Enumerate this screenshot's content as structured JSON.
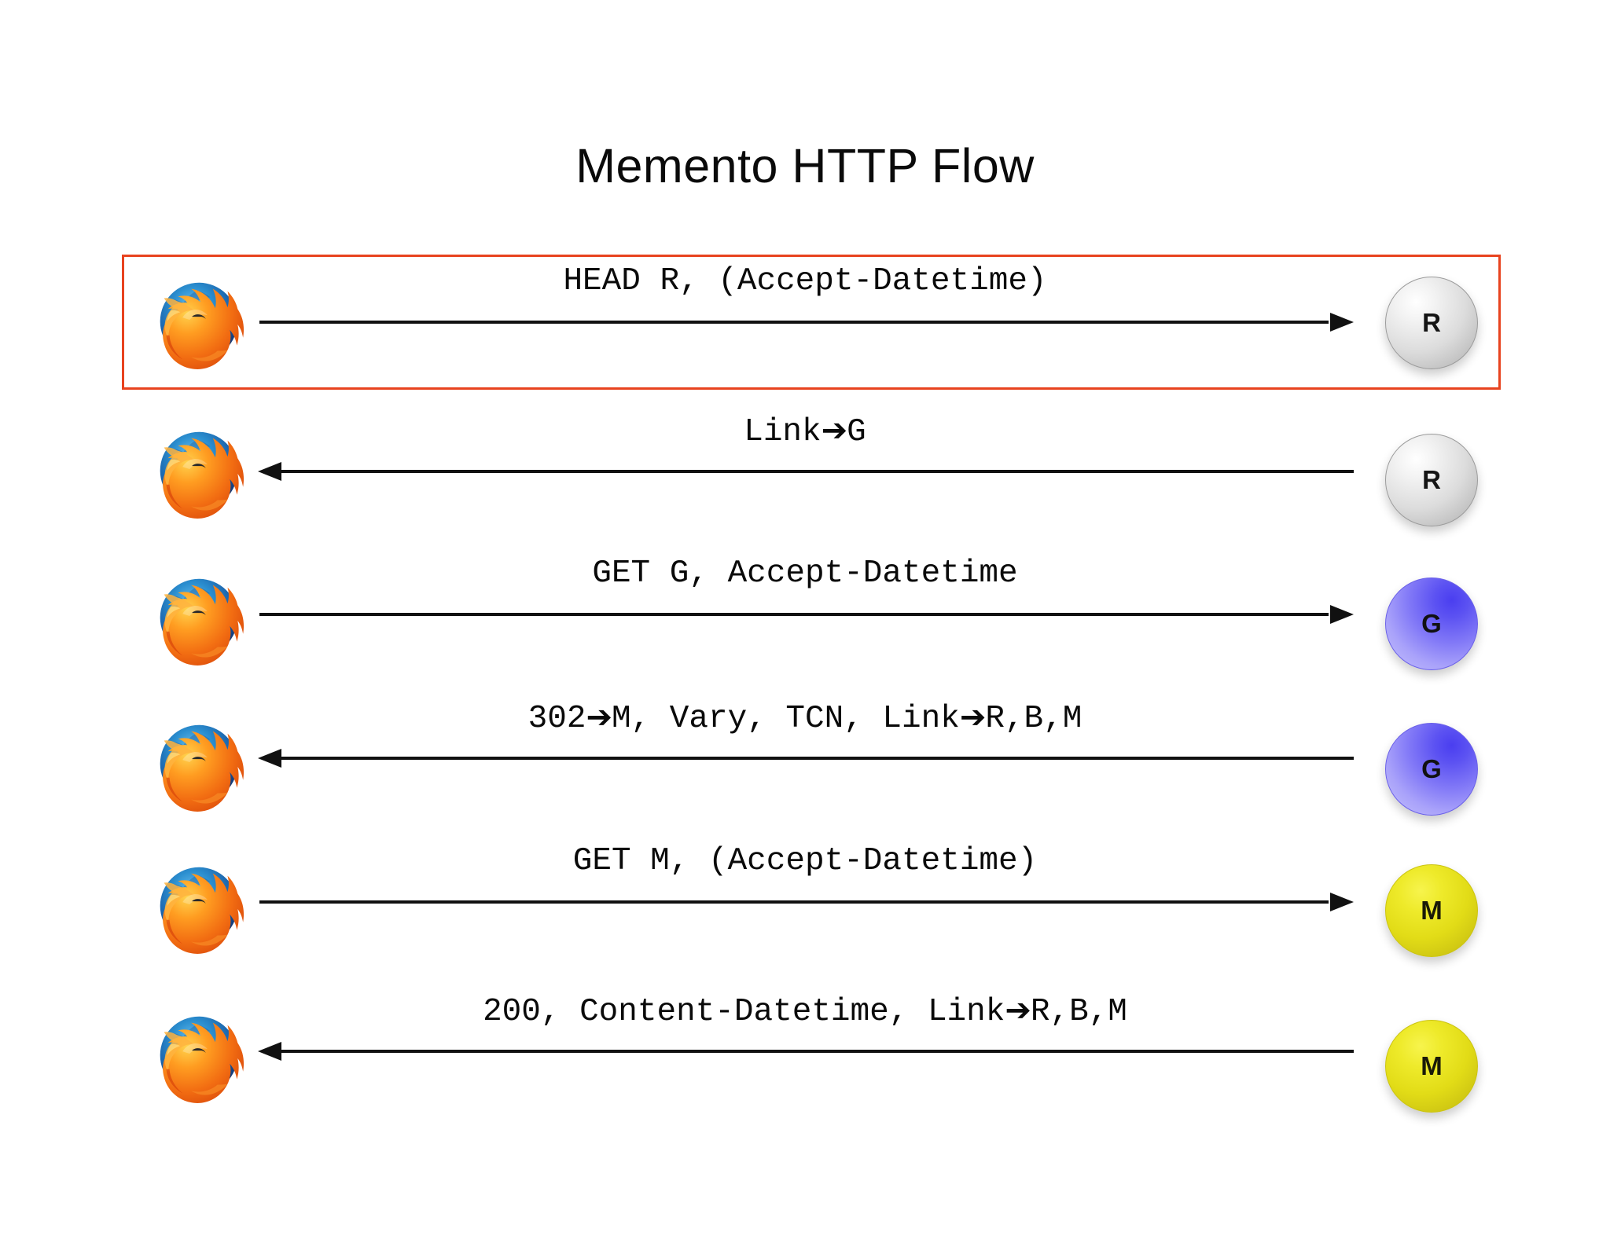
{
  "page": {
    "title": "Memento HTTP Flow",
    "background_color": "#ffffff",
    "highlight_box_color": "#e8431f",
    "arrow_color": "#111111"
  },
  "legend": {
    "node_colors": {
      "R": "#d0d0d0",
      "G": "#7a70f5",
      "M": "#e4de1c"
    },
    "browser_icon": "firefox-logo"
  },
  "flow": {
    "steps": [
      {
        "index": 1,
        "from": "browser",
        "to": "server",
        "direction": "right",
        "message_prefix": "HEAD R, (Accept-Datetime)",
        "message_mark": "",
        "message_suffix": "",
        "node_label": "R",
        "node_color_class": "grey",
        "highlighted": true
      },
      {
        "index": 2,
        "from": "server",
        "to": "browser",
        "direction": "left",
        "message_prefix": "Link",
        "message_mark": "➔",
        "message_suffix": "G",
        "node_label": "R",
        "node_color_class": "grey",
        "highlighted": false
      },
      {
        "index": 3,
        "from": "browser",
        "to": "server",
        "direction": "right",
        "message_prefix": "GET G, Accept-Datetime",
        "message_mark": "",
        "message_suffix": "",
        "node_label": "G",
        "node_color_class": "blue",
        "highlighted": false
      },
      {
        "index": 4,
        "from": "server",
        "to": "browser",
        "direction": "left",
        "message_prefix": "302",
        "message_mark": "➔",
        "message_suffix": "M, Vary, TCN, Link",
        "message_mark2": "➔",
        "message_suffix2": "R,B,M",
        "node_label": "G",
        "node_color_class": "blue",
        "highlighted": false
      },
      {
        "index": 5,
        "from": "browser",
        "to": "server",
        "direction": "right",
        "message_prefix": "GET M, (Accept-Datetime)",
        "message_mark": "",
        "message_suffix": "",
        "node_label": "M",
        "node_color_class": "yellow",
        "highlighted": false
      },
      {
        "index": 6,
        "from": "server",
        "to": "browser",
        "direction": "left",
        "message_prefix": "200, Content-Datetime, Link",
        "message_mark": "➔",
        "message_suffix": "R,B,M",
        "node_label": "M",
        "node_color_class": "yellow",
        "highlighted": false
      }
    ]
  }
}
